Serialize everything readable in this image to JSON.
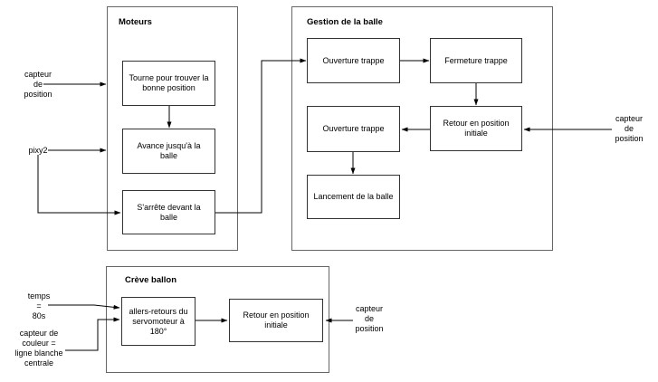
{
  "colors": {
    "background": "#ffffff",
    "container_border": "#666666",
    "node_border": "#333333",
    "arrow": "#000000",
    "text": "#000000"
  },
  "containers": {
    "moteurs": {
      "title": "Moteurs"
    },
    "gestion": {
      "title": "Gestion de la balle"
    },
    "creve": {
      "title": "Crève ballon"
    }
  },
  "nodes": {
    "tourne": {
      "label": "Tourne pour trouver la\nbonne position"
    },
    "avance": {
      "label": "Avance jusqu'à la\nballe"
    },
    "arrete": {
      "label": "S'arrête devant la\nballe"
    },
    "ouverture1": {
      "label": "Ouverture trappe"
    },
    "fermeture": {
      "label": "Fermeture trappe"
    },
    "retour1": {
      "label": "Retour en position\ninitiale"
    },
    "ouverture2": {
      "label": "Ouverture trappe"
    },
    "lancement": {
      "label": "Lancement de la balle"
    },
    "allers": {
      "label": "allers-retours du\nservomoteur à\n180°"
    },
    "retour2": {
      "label": "Retour en position\ninitiale"
    }
  },
  "labels": {
    "capteur_position_left": {
      "text": "capteur\nde\nposition"
    },
    "pixy2": {
      "text": "pixy2"
    },
    "temps": {
      "text": "temps\n=\n80s"
    },
    "capteur_couleur": {
      "text": "capteur de\ncouleur =\nligne blanche\ncentrale"
    },
    "capteur_position_right": {
      "text": "capteur\nde\nposition"
    },
    "capteur_position_bottom": {
      "text": "capteur\nde\nposition"
    }
  }
}
